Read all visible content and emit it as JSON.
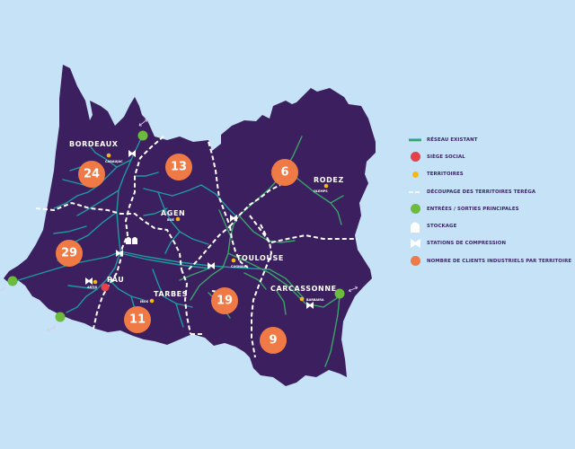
{
  "colors": {
    "background": "#c6e2f6",
    "land": "#3b1f5e",
    "network_teal": "#1e9aa0",
    "network_green": "#3aa36a",
    "siege_red": "#e5414b",
    "territoire_yellow": "#f5b716",
    "entree_green": "#6cbb3c",
    "client_orange": "#ef7a45",
    "border_dash": "#ffffff",
    "legend_text": "#3a2666"
  },
  "map": {
    "cities": [
      {
        "name": "BORDEAUX",
        "sub": "CADAUJAC"
      },
      {
        "name": "AGEN",
        "sub": "BOÉ"
      },
      {
        "name": "RODEZ",
        "sub": "OLEMPS"
      },
      {
        "name": "TOULOUSE",
        "sub": "CUGNAUX"
      },
      {
        "name": "CARCASSONNE",
        "sub": "BARBAIRA"
      },
      {
        "name": "PAU",
        "sub": "ARTIX"
      },
      {
        "name": "TARBES",
        "sub": "IBOS"
      }
    ],
    "client_counts": [
      {
        "territory": "Bordeaux",
        "value": "24"
      },
      {
        "territory": "Agen",
        "value": "13"
      },
      {
        "territory": "Rodez",
        "value": "6"
      },
      {
        "territory": "Pau",
        "value": "29"
      },
      {
        "territory": "Tarbes",
        "value": "11"
      },
      {
        "territory": "Toulouse",
        "value": "19"
      },
      {
        "territory": "Carcassonne",
        "value": "9"
      }
    ],
    "entry_exit_arrow_icon": "double-arrow-icon"
  },
  "legend": {
    "items": [
      {
        "icon": "network-line-icon",
        "label": "RÉSEAU EXISTANT"
      },
      {
        "icon": "red-dot-icon",
        "label": "SIÈGE SOCIAL"
      },
      {
        "icon": "yellow-dot-icon",
        "label": "TERRITOIRES"
      },
      {
        "icon": "dashed-line-icon",
        "label": "DÉCOUPAGE DES TERRITOIRES TERÉGA"
      },
      {
        "icon": "green-dot-icon",
        "label": "ENTRÉES / SORTIES PRINCIPALES"
      },
      {
        "icon": "storage-icon",
        "label": "STOCKAGE"
      },
      {
        "icon": "compression-station-icon",
        "label": "STATIONS DE COMPRESSION"
      },
      {
        "icon": "orange-dot-icon",
        "label": "NOMBRE DE CLIENTS INDUSTRIELS PAR TERRITOIRE"
      }
    ]
  }
}
